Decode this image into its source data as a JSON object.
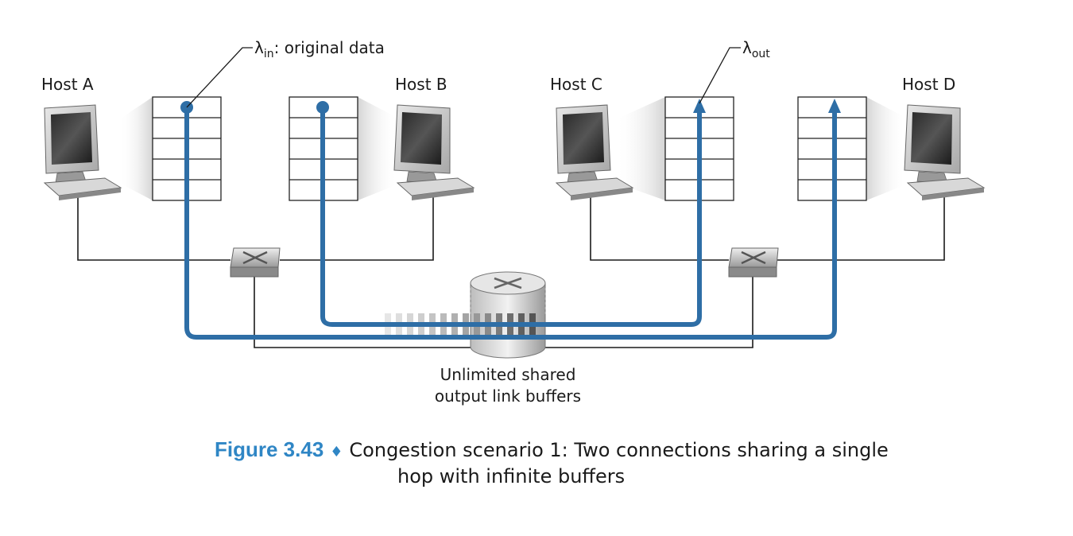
{
  "hosts": [
    {
      "name": "Host A"
    },
    {
      "name": "Host B"
    },
    {
      "name": "Host C"
    },
    {
      "name": "Host D"
    }
  ],
  "labels": {
    "lambda_in_symbol": "λ",
    "lambda_in_sub": "in",
    "lambda_in_text": ": original data",
    "lambda_out_symbol": "λ",
    "lambda_out_sub": "out",
    "router_line1": "Unlimited shared",
    "router_line2": "output link buffers"
  },
  "caption": {
    "figure_label": "Figure 3.43",
    "separator": "♦",
    "line1": "Congestion scenario 1: Two connections sharing a single",
    "line2": "hop with infinite buffers"
  },
  "colors": {
    "flow": "#2e6ea6",
    "caption_accent": "#2f86c5"
  }
}
